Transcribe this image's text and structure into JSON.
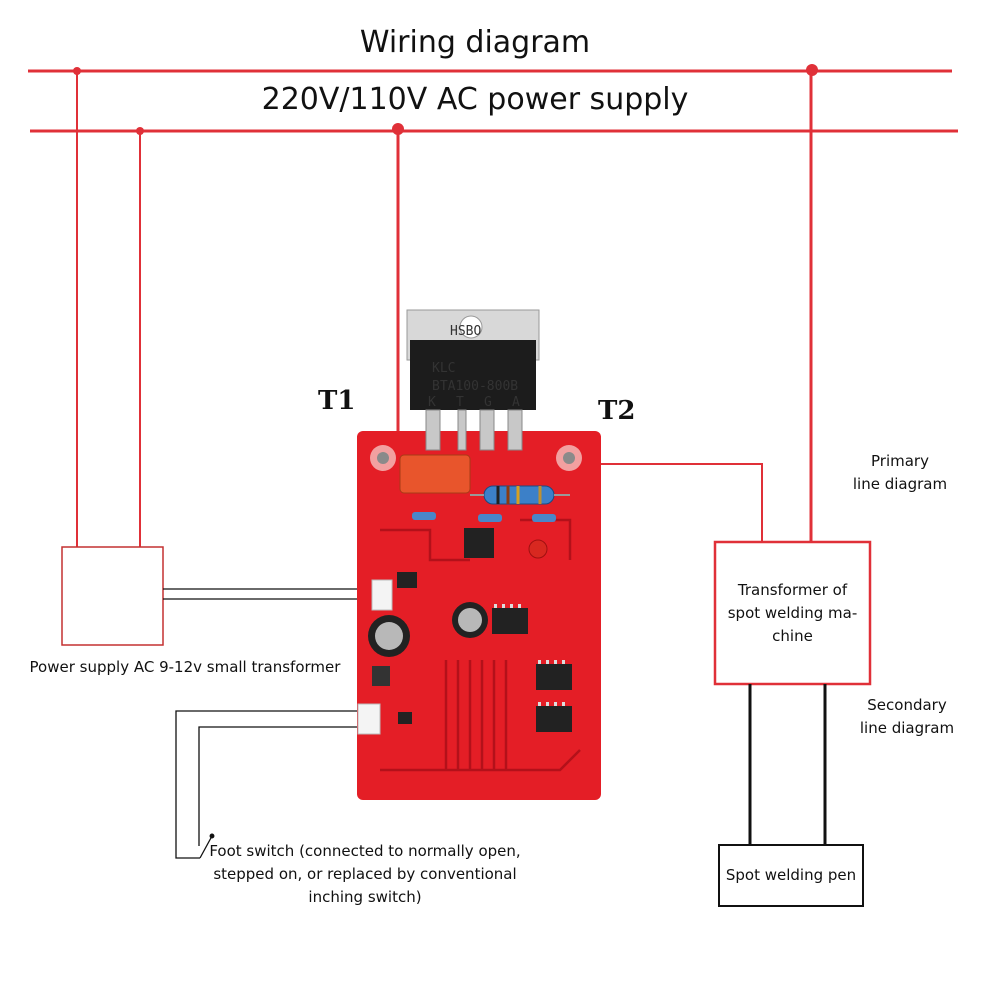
{
  "diagram": {
    "title": "Wiring diagram",
    "supply_label": "220V/110V AC power supply",
    "t1_label": "T1",
    "t2_label": "T2",
    "triac": {
      "brand": "KLC",
      "model": "BTA100-800B",
      "logo": "HSBO",
      "pins": [
        "K",
        "T",
        "G",
        "A"
      ]
    },
    "small_transformer_label": "Power supply AC 9-12v small transformer",
    "foot_switch_label": [
      "Foot switch (connected to normally open,",
      "stepped on, or replaced by conventional",
      "inching switch)"
    ],
    "weld_transformer_label": [
      "Transformer of",
      "spot welding ma-",
      "chine"
    ],
    "primary_label": [
      "Primary",
      "line diagram"
    ],
    "secondary_label": [
      "Secondary",
      "line diagram"
    ],
    "pen_label": "Spot welding pen"
  },
  "colors": {
    "wire_red": "#e03038",
    "board_red": "#e41e26",
    "wire_black": "#111111"
  }
}
